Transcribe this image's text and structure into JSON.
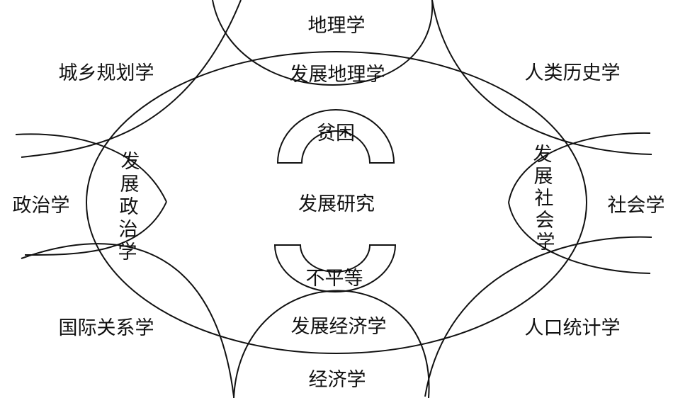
{
  "center": {
    "label": "发展研究"
  },
  "inner": {
    "top_arc": "贫困",
    "bottom_arc": "不平等"
  },
  "disciplines": {
    "geography": "地理学",
    "urban_planning": "城乡规划学",
    "anthropology_history": "人类历史学",
    "political_science": "政治学",
    "sociology": "社会学",
    "international_relations": "国际关系学",
    "demography": "人口统计学",
    "economics": "经济学"
  },
  "overlaps": {
    "development_geography": "发展地理学",
    "development_economics": "发展经济学",
    "development_politics": "发展政治学",
    "development_sociology": "发展社会学"
  },
  "colors": {
    "line": "#111111",
    "background": "#ffffff"
  }
}
